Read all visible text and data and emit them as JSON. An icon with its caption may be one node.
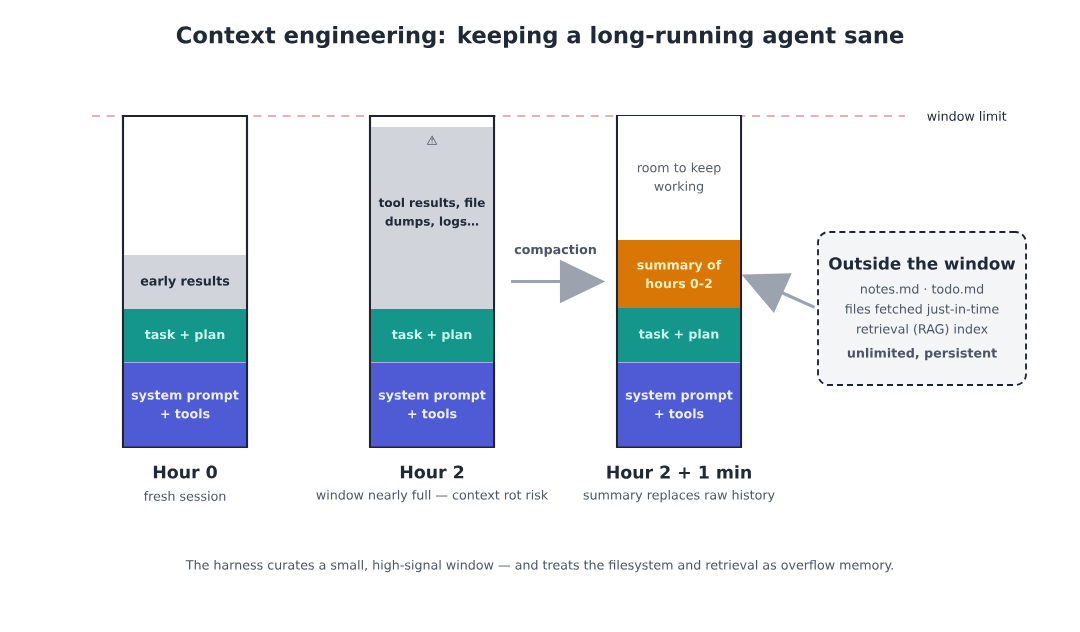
{
  "diagram": {
    "title": "Context engineering: keeping a long-running agent sane",
    "caption": "The harness curates a small, high-signal window — and treats the filesystem and retrieval as overflow memory.",
    "nodes": [
      {
        "text": [
          "Hour 0"
        ],
        "beside": [
          "fresh session"
        ]
      },
      {
        "text": [
          "early results"
        ],
        "in": 0
      },
      {
        "text": [
          "task + plan"
        ],
        "in": 0
      },
      {
        "text": [
          "system prompt + tools"
        ],
        "in": 0
      },
      {
        "text": [
          "Hour 2"
        ],
        "beside": [
          "window nearly full — context rot risk"
        ]
      },
      {
        "text": [
          "⚠",
          "tool results, file dumps, logs…"
        ],
        "in": 4
      },
      {
        "text": [
          "task + plan"
        ],
        "in": 4
      },
      {
        "text": [
          "system prompt + tools"
        ],
        "in": 4
      },
      {
        "text": [
          "Hour 2 + 1 min"
        ],
        "beside": [
          "summary replaces raw history"
        ]
      },
      {
        "text": [
          "room to keep working"
        ],
        "in": 8
      },
      {
        "text": [
          "summary of hours 0-2"
        ],
        "in": 8
      },
      {
        "text": [
          "task + plan"
        ],
        "in": 8
      },
      {
        "text": [
          "system prompt + tools"
        ],
        "in": 8
      },
      {
        "text": [
          "Outside the window",
          "notes.md · todo.md",
          "files fetched just-in-time",
          "retrieval (RAG) index",
          "unlimited, persistent"
        ]
      }
    ],
    "edges": [
      {
        "from": 4,
        "to": 8,
        "arrow": "to",
        "label": "compaction"
      },
      {
        "from": 13,
        "to": 10,
        "arrow": "to"
      }
    ],
    "labels": [
      "window limit"
    ]
  }
}
